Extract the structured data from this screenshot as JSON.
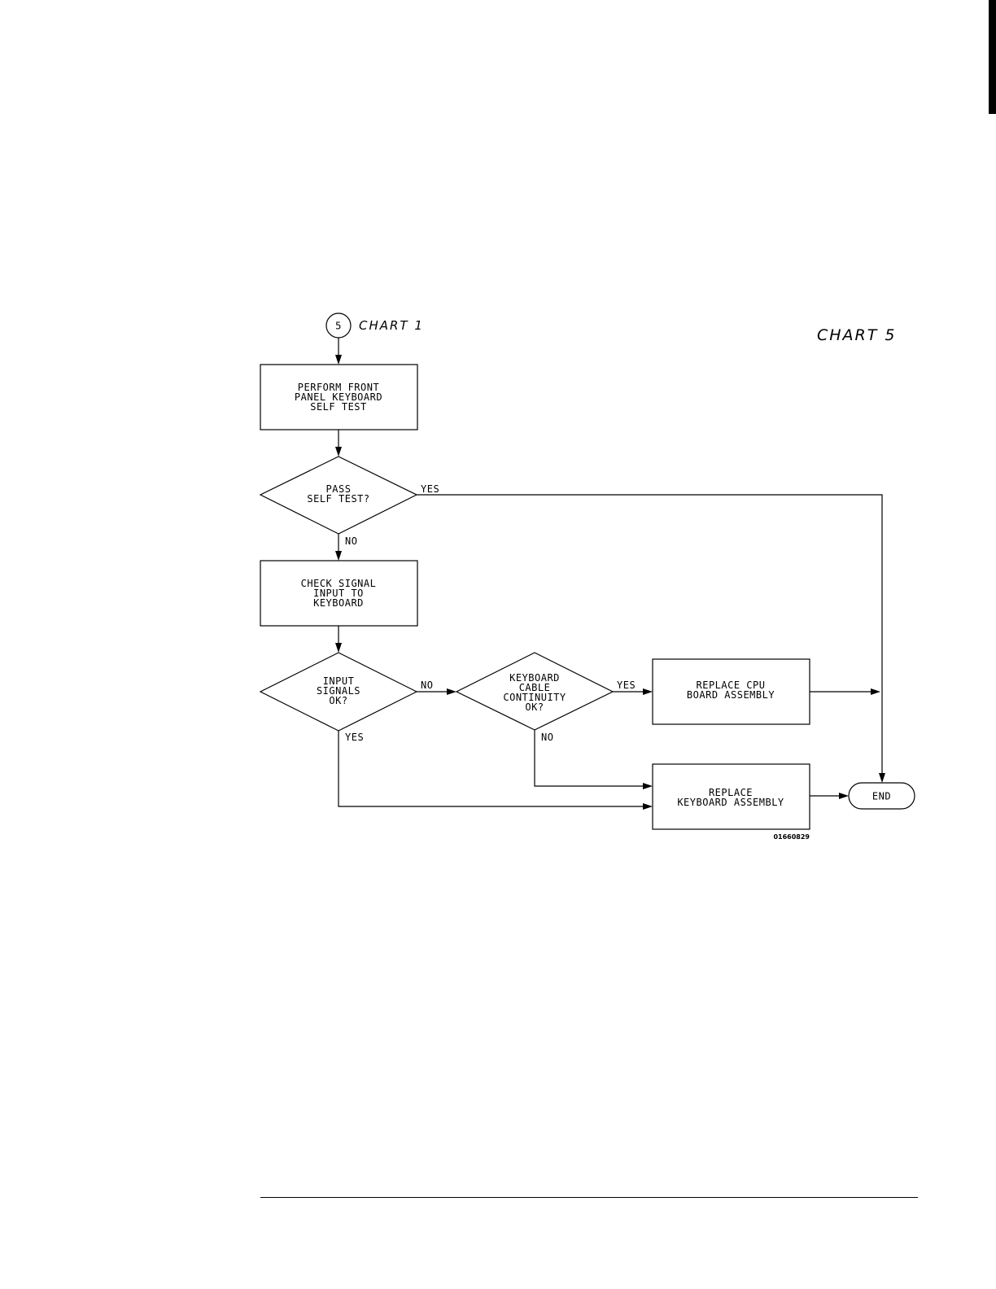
{
  "connector": {
    "number": "5",
    "reference": "CHART 1"
  },
  "chart_title": "CHART 5",
  "figure_id": "01660829",
  "nodes": {
    "perform_test": [
      "PERFORM FRONT",
      "PANEL KEYBOARD",
      "SELF TEST"
    ],
    "pass_self_test": [
      "PASS",
      "SELF TEST?"
    ],
    "check_signal": [
      "CHECK SIGNAL",
      "INPUT TO",
      "KEYBOARD"
    ],
    "input_signals_ok": [
      "INPUT",
      "SIGNALS",
      "OK?"
    ],
    "cable_continuity_ok": [
      "KEYBOARD",
      "CABLE",
      "CONTINUITY",
      "OK?"
    ],
    "replace_cpu": [
      "REPLACE CPU",
      "BOARD ASSEMBLY"
    ],
    "replace_keyboard": [
      "REPLACE",
      "KEYBOARD ASSEMBLY"
    ],
    "end": "END"
  },
  "edge_labels": {
    "pass_yes": "YES",
    "pass_no": "NO",
    "input_no": "NO",
    "input_yes": "YES",
    "cable_yes": "YES",
    "cable_no": "NO"
  }
}
